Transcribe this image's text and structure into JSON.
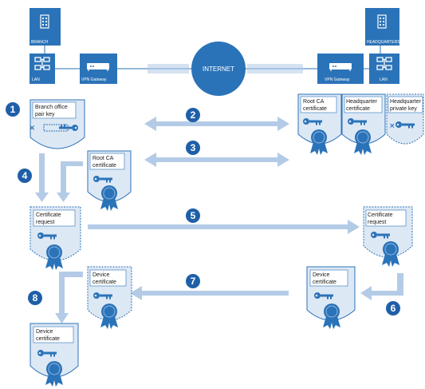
{
  "colors": {
    "blue": "#2b73b8",
    "light_blue": "#b3cbe6",
    "card_fill": "#dde8f5",
    "badge": "#1f5fa8"
  },
  "icons": {
    "branch": "building-icon",
    "headquarters": "building-icon",
    "lan": "network-icon",
    "gateway": "router-icon",
    "internet": "globe-icon",
    "certificate": "seal-icon",
    "key": "key-icon"
  },
  "labels": {
    "branch": "BRANCH",
    "headquarters": "HEADQUARTERS",
    "lan_left": "LAN",
    "lan_right": "LAN",
    "vpn_left": "VPN Gateway",
    "vpn_right": "VPN Gateway",
    "internet": "INTERNET"
  },
  "cards": {
    "branch_key_l1": "Branch office",
    "branch_key_l2": "pair key",
    "root_ca_hq_l1": "Root CA",
    "root_ca_hq_l2": "certificate",
    "hq_cert_l1": "Headquarter",
    "hq_cert_l2": "certificate",
    "hq_key_l1": "Headquarter",
    "hq_key_l2": "private key",
    "root_ca_branch_l1": "Root CA",
    "root_ca_branch_l2": "certificate",
    "cert_req_left_l1": "Certificate",
    "cert_req_left_l2": "request",
    "cert_req_right_l1": "Certificate",
    "cert_req_right_l2": "request",
    "dev_cert_right_l1": "Device",
    "dev_cert_right_l2": "certificate",
    "dev_cert_mid_l1": "Device",
    "dev_cert_mid_l2": "certificate",
    "dev_cert_bottom_l1": "Device",
    "dev_cert_bottom_l2": "certificate"
  },
  "steps": [
    "1",
    "2",
    "3",
    "4",
    "5",
    "6",
    "7",
    "8"
  ]
}
